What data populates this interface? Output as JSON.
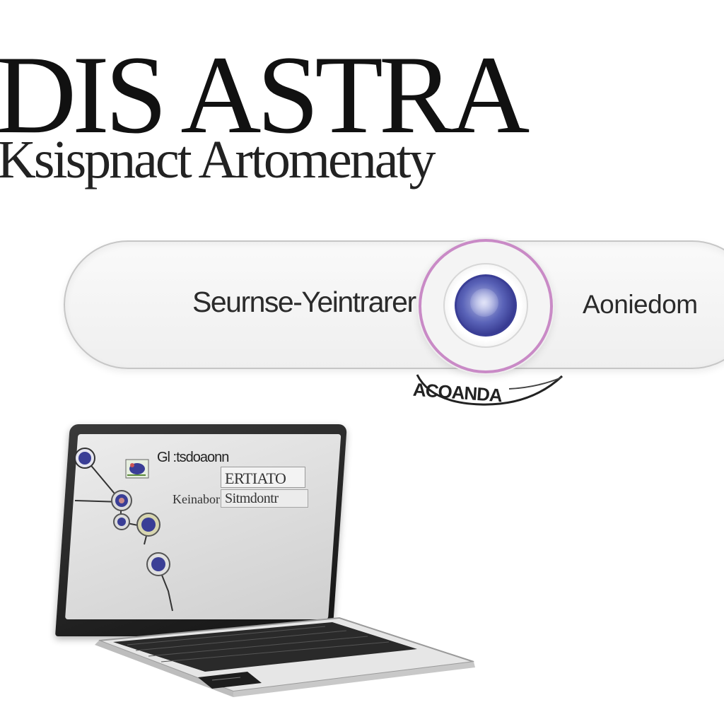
{
  "header": {
    "title": "DIS ASTRA",
    "subtitle": "Ksispnact Artomenaty"
  },
  "toggle": {
    "left_label": "Seurnse-Yeintrarer",
    "right_label": "Aoniedom",
    "badge_text": "ACOANDA"
  },
  "laptop": {
    "screen": {
      "title": "Gl :tsdoaonn",
      "field_value": "ERTIATO",
      "row_label": "Keinabor",
      "row_value": "Sitmdontr"
    }
  },
  "colors": {
    "accent_ring": "#c98ac6",
    "node_blue": "#3a3e96",
    "text_dark": "#111111"
  }
}
